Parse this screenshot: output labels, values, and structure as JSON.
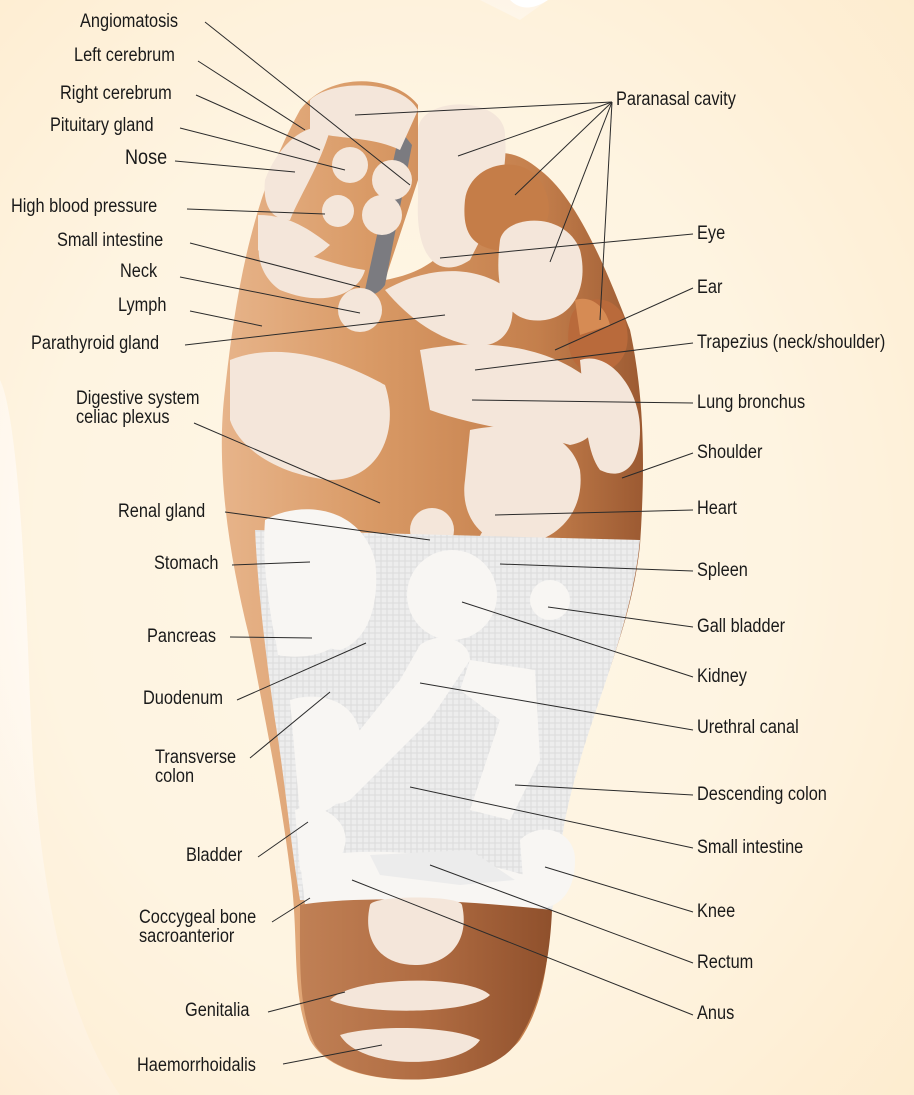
{
  "colors": {
    "background": "#fdeed2",
    "skin_light": "#f3d1b0",
    "skin_mid": "#d99a66",
    "skin_dark": "#a4633a",
    "zone_overlay": "#f7ece1",
    "pad_cloth": "#eeeeee",
    "leader_lines": "#333333"
  },
  "labels": {
    "angiomatosis": "Angiomatosis",
    "left_cerebrum": "Left cerebrum",
    "right_cerebrum": "Right cerebrum",
    "pituitary_gland": "Pituitary gland",
    "nose": "Nose",
    "high_blood_pressure": "High blood pressure",
    "small_intestine_upper": "Small intestine",
    "neck": "Neck",
    "lymph": "Lymph",
    "parathyroid_gland": "Parathyroid gland",
    "digestive_system": {
      "line1": "Digestive system",
      "line2": "celiac plexus"
    },
    "renal_gland": "Renal gland",
    "stomach": "Stomach",
    "pancreas": "Pancreas",
    "duodenum": "Duodenum",
    "transverse_colon": {
      "line1": "Transverse",
      "line2": "colon"
    },
    "bladder": "Bladder",
    "coccygeal_bone": {
      "line1": "Coccygeal bone",
      "line2": "sacroanterior"
    },
    "genitalia": "Genitalia",
    "haemorrhoidalis": "Haemorrhoidalis",
    "paranasal_cavity": "Paranasal cavity",
    "eye": "Eye",
    "ear": "Ear",
    "trapezius": "Trapezius (neck/shoulder)",
    "lung_bronchus": "Lung bronchus",
    "shoulder": "Shoulder",
    "heart": "Heart",
    "spleen": "Spleen",
    "gall_bladder": "Gall bladder",
    "kidney": "Kidney",
    "urethral_canal": "Urethral canal",
    "descending_colon": "Descending colon",
    "small_intestine_lower": "Small intestine",
    "knee": "Knee",
    "rectum": "Rectum",
    "anus": "Anus"
  }
}
